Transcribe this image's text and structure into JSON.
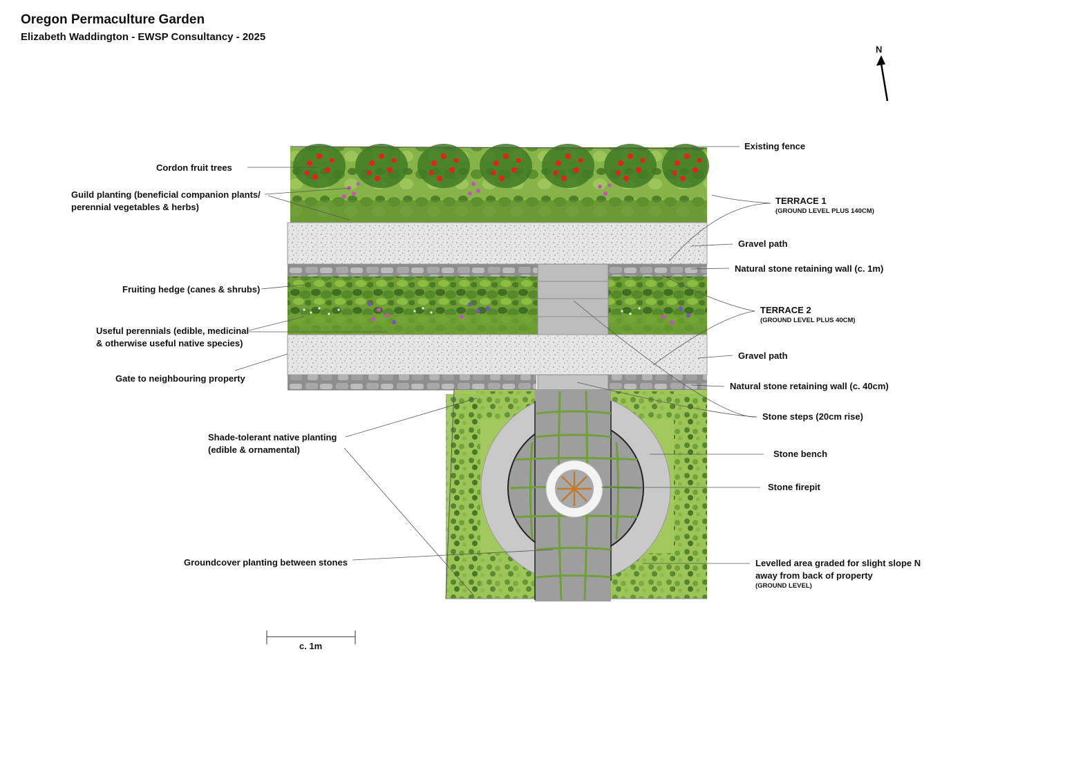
{
  "header": {
    "title": "Oregon Permaculture Garden",
    "subtitle": "Elizabeth Waddington - EWSP Consultancy - 2025"
  },
  "north": "N",
  "scale": "c. 1m",
  "labels": {
    "cordon": "Cordon fruit trees",
    "guild_1": "Guild planting (beneficial companion plants/",
    "guild_2": "perennial vegetables & herbs)",
    "fruiting_hedge": "Fruiting hedge (canes & shrubs)",
    "perennials_1": "Useful perennials (edible, medicinal",
    "perennials_2": "& otherwise useful native species)",
    "gate": "Gate to neighbouring property",
    "shade_1": "Shade-tolerant native planting",
    "shade_2": "(edible & ornamental)",
    "groundcover": "Groundcover planting between stones",
    "existing_fence": "Existing fence",
    "terrace1": "TERRACE 1",
    "terrace1_sub": "(GROUND LEVEL PLUS 140CM)",
    "gravel1": "Gravel path",
    "wall1": "Natural stone retaining wall (c. 1m)",
    "terrace2": "TERRACE 2",
    "terrace2_sub": "(GROUND LEVEL PLUS 40CM)",
    "gravel2": "Gravel path",
    "wall2": "Natural stone retaining wall (c. 40cm)",
    "steps": "Stone steps (20cm rise)",
    "bench": "Stone bench",
    "firepit": "Stone firepit",
    "levelled_1": "Levelled area graded for slight slope N",
    "levelled_2": "away from back of property",
    "levelled_3": "(GROUND LEVEL)"
  },
  "colors": {
    "foliage_dark": "#4e7f2a",
    "foliage_light": "#8fbf3f",
    "fruit": "#e3221b",
    "flower_pink": "#c94fc0",
    "flower_purple": "#7a4fc9",
    "gravel": "#e4e4e4",
    "stone": "#9b9b9b",
    "bench": "#c9c9c9",
    "firepit_wood": "#c07a2c"
  }
}
